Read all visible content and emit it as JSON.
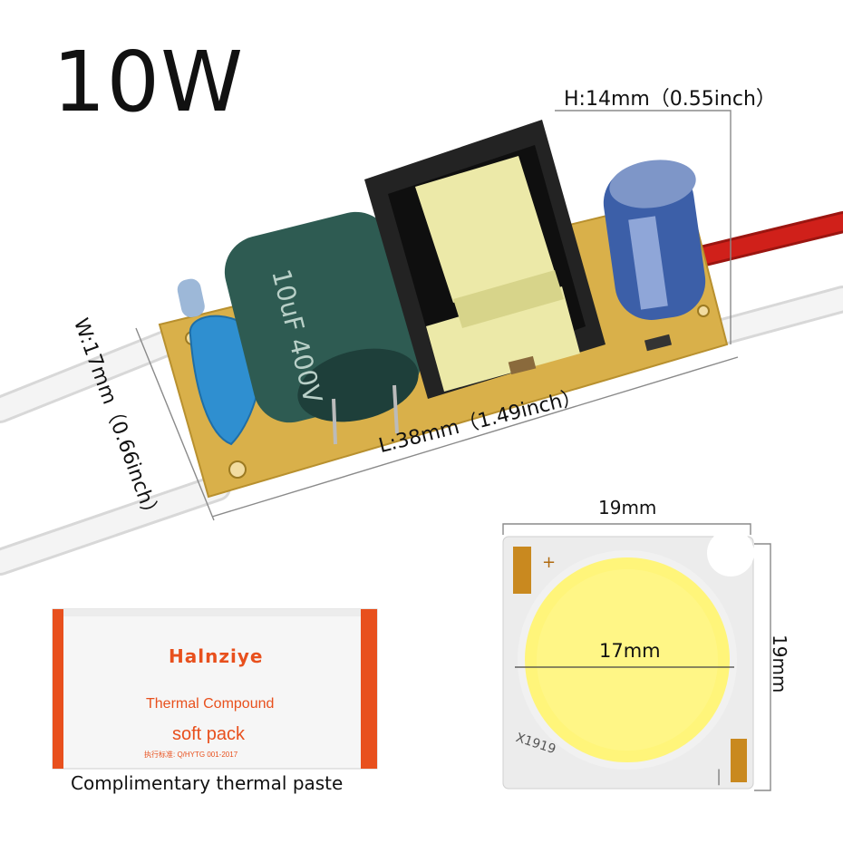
{
  "product": {
    "wattage": "10W"
  },
  "driver_dimensions": {
    "height": "H:14mm（0.55inch）",
    "length": "L:38mm（1.49inch）",
    "width": "W:17mm（0.66inch）"
  },
  "cob_dimensions": {
    "width": "19mm",
    "height": "19mm",
    "diameter": "17mm",
    "code": "X1919"
  },
  "thermal_pack": {
    "brand": "Halnziye",
    "line1": "Thermal Compound",
    "line2": "soft pack",
    "standard": "执行标准: Q/HYTG 001-2017",
    "caption": "Complimentary thermal paste"
  },
  "colors": {
    "pcb": "#d9b04a",
    "cap_green": "#2e5b52",
    "cap_blue": "#3c5fa8",
    "transformer_core": "#222222",
    "coil": "#ece9a8",
    "wire_red": "#d0201a",
    "cob_led": "#fff57a",
    "pack_accent": "#e8501d"
  }
}
